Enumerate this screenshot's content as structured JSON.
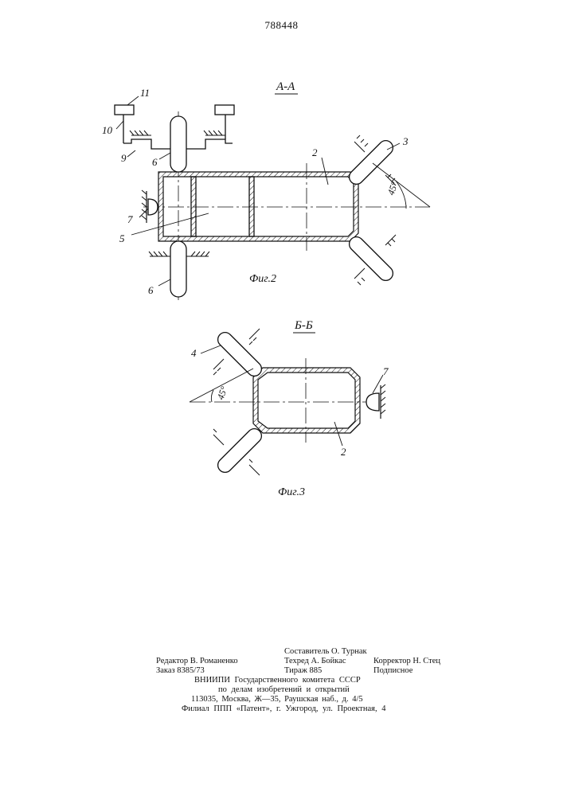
{
  "patent_number": "788448",
  "figure2": {
    "section_title": "A-A",
    "caption": "Фиг.2",
    "labels": {
      "l11": "11",
      "l10": "10",
      "l9": "9",
      "l6a": "6",
      "l6b": "6",
      "l2": "2",
      "l3": "3",
      "l7": "7",
      "l5": "5"
    },
    "angle": "45°"
  },
  "figure3": {
    "section_title": "Б-Б",
    "caption": "Фиг.3",
    "labels": {
      "l4": "4",
      "l7": "7",
      "l2": "2"
    },
    "angle": "45°"
  },
  "imprint": {
    "compiler": "Составитель О. Турнак",
    "editor": "Редактор В. Романенко",
    "techred": "Техред А. Бойкас",
    "corrector": "Корректор Н. Стец",
    "order": "Заказ 8385/73",
    "circulation": "Тираж 885",
    "subscription": "Подписное",
    "org1": "ВНИИПИ Государственного комитета СССР",
    "org2": "по делам изобретений и открытий",
    "address": "113035, Москва, Ж—35, Раушская наб., д. 4/5",
    "branch": "Филиал ППП «Патент», г. Ужгород, ул. Проектная, 4"
  }
}
